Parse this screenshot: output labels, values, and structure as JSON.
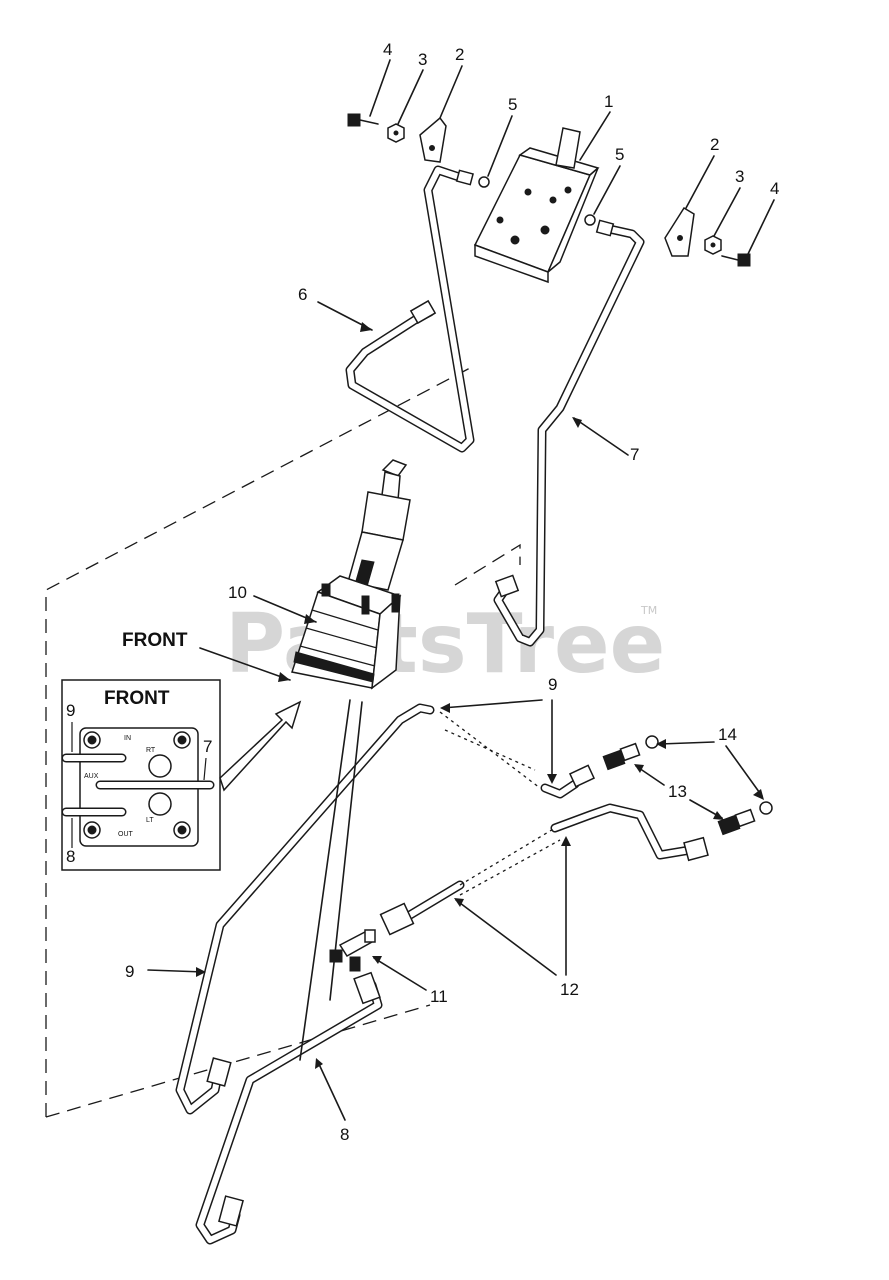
{
  "watermark": {
    "text": "PartsTree",
    "trademark": "TM"
  },
  "labels": {
    "front_main": "FRONT",
    "inset_title": "FRONT"
  },
  "inset": {
    "port_in": "IN",
    "port_out": "OUT",
    "port_aux": "AUX",
    "port_rt": "RT",
    "port_lt": "LT",
    "callout_9": "9",
    "callout_8": "8",
    "callout_7": "7"
  },
  "callouts": {
    "c1": "1",
    "c2_left": "2",
    "c2_right": "2",
    "c3_left": "3",
    "c3_right": "3",
    "c4_left": "4",
    "c4_right": "4",
    "c5_left": "5",
    "c5_right": "5",
    "c6": "6",
    "c7": "7",
    "c8": "8",
    "c9_top": "9",
    "c9_left": "9",
    "c10": "10",
    "c11": "11",
    "c12": "12",
    "c13": "13",
    "c14": "14"
  }
}
